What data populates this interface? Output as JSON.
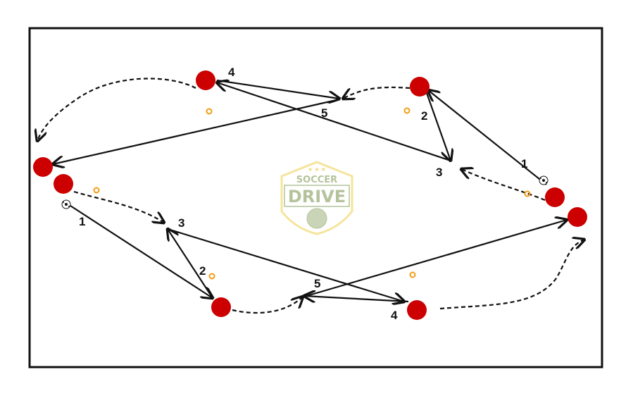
{
  "diagram": {
    "title": "Passing drill diagram",
    "colors": {
      "player": "#cc0000",
      "cone": "#f39c12",
      "field_line": "#111111",
      "logo_text": "#9cb07a",
      "logo_border": "#f2dc7a"
    },
    "logo": {
      "top_text": "SOCCER",
      "main_text": "DRIVE"
    },
    "labels": {
      "bottom": {
        "pass1": "1",
        "pass2": "2",
        "pass3": "3",
        "pass4": "4",
        "pass5": "5"
      },
      "top": {
        "pass1": "1",
        "pass2": "2",
        "pass3": "3",
        "pass4": "4",
        "pass5": "5"
      }
    }
  }
}
